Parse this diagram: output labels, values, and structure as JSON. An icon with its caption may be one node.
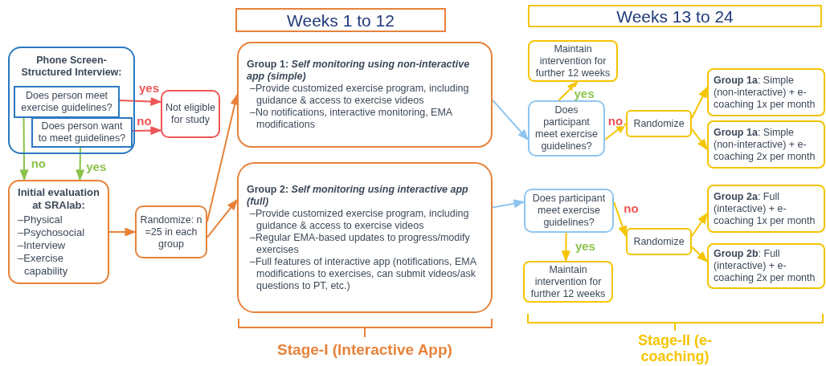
{
  "diagram": {
    "nodes": [
      {
        "text": [
          "Weeks 1 to 12"
        ]
      },
      {
        "text": [
          "Weeks 13 to 24"
        ]
      },
      {
        "text": [
          "Phone Screen-Structured Interview:"
        ]
      },
      {
        "text": [
          "Does person meet exercise guidelines?"
        ],
        "in": 2
      },
      {
        "text": [
          "Does person want to meet guidelines?"
        ],
        "in": 2
      },
      {
        "text": [
          "Not eligible for study"
        ]
      },
      {
        "text": [
          "Initial evaluation at SRAlab:",
          "–Physical",
          "–Psychosocial",
          "–Interview",
          "–Exercise capability"
        ]
      },
      {
        "text": [
          "Randomize: n =25 in each group"
        ]
      },
      {
        "text": [
          "Group 1: *Self monitoring using non-interactive app (simple)*",
          "–Provide customized exercise program, including guidance & access to exercise videos",
          "–No notifications, interactive monitoring, EMA modifications"
        ]
      },
      {
        "text": [
          "Group 2: *Self monitoring using interactive app (full)*",
          "–Provide customized exercise program, including guidance & access to exercise videos",
          "–Regular EMA-based updates to progress/modify exercises",
          "–Full features of interactive app (notifications, EMA modifications to exercises, can submit videos/ask questions to PT, etc.)"
        ]
      },
      {
        "text": [
          "Maintain intervention for further 12 weeks"
        ]
      },
      {
        "text": [
          "Does participant meet exercise guidelines?"
        ]
      },
      {
        "text": [
          "Randomize"
        ]
      },
      {
        "text": [
          "**Group 1a**: Simple (non-interactive) + e-coaching 1x per month"
        ]
      },
      {
        "text": [
          "**Group 1a**: Simple (non-interactive) + e-coaching 2x per month"
        ]
      },
      {
        "text": [
          "Does participant meet exercise guidelines?"
        ]
      },
      {
        "text": [
          "Maintain intervention for further 12 weeks"
        ]
      },
      {
        "text": [
          "Randomize"
        ]
      },
      {
        "text": [
          "**Group 2a**: Full (interactive) + e-coaching 1x per month"
        ]
      },
      {
        "text": [
          "**Group 2b**: Full (interactive) + e-coaching 2x per month"
        ]
      }
    ],
    "edges": [
      {
        "from": 3,
        "to": 5,
        "arrow": "to",
        "label": "yes",
        "color": "#f05454"
      },
      {
        "from": 4,
        "to": 5,
        "arrow": "to",
        "label": "no",
        "color": "#f05454"
      },
      {
        "from": 3,
        "to": 6,
        "arrow": "to",
        "label": "no",
        "color": "#8bc34a"
      },
      {
        "from": 4,
        "to": 6,
        "arrow": "to",
        "label": "yes",
        "color": "#8bc34a"
      },
      {
        "from": 6,
        "to": 7,
        "arrow": "to",
        "color": "#e8823a"
      },
      {
        "from": 7,
        "to": 8,
        "arrow": "to",
        "color": "#e8823a"
      },
      {
        "from": 7,
        "to": 9,
        "arrow": "to",
        "color": "#e8823a"
      },
      {
        "from": 8,
        "to": 11,
        "arrow": "to",
        "color": "#8ec5f0"
      },
      {
        "from": 9,
        "to": 15,
        "arrow": "to",
        "color": "#8ec5f0"
      },
      {
        "from": 11,
        "to": 10,
        "arrow": "to",
        "label": "yes"
      },
      {
        "from": 11,
        "to": 12,
        "arrow": "to",
        "label": "no"
      },
      {
        "from": 12,
        "to": 13,
        "arrow": "to"
      },
      {
        "from": 12,
        "to": 14,
        "arrow": "to"
      },
      {
        "from": 15,
        "to": 16,
        "arrow": "to",
        "label": "yes"
      },
      {
        "from": 15,
        "to": 17,
        "arrow": "to",
        "label": "no"
      },
      {
        "from": 17,
        "to": 18,
        "arrow": "to"
      },
      {
        "from": 17,
        "to": 19,
        "arrow": "to"
      }
    ],
    "labels": [
      "Stage-I (Interactive App)",
      "Stage-II (e-coaching)"
    ]
  }
}
